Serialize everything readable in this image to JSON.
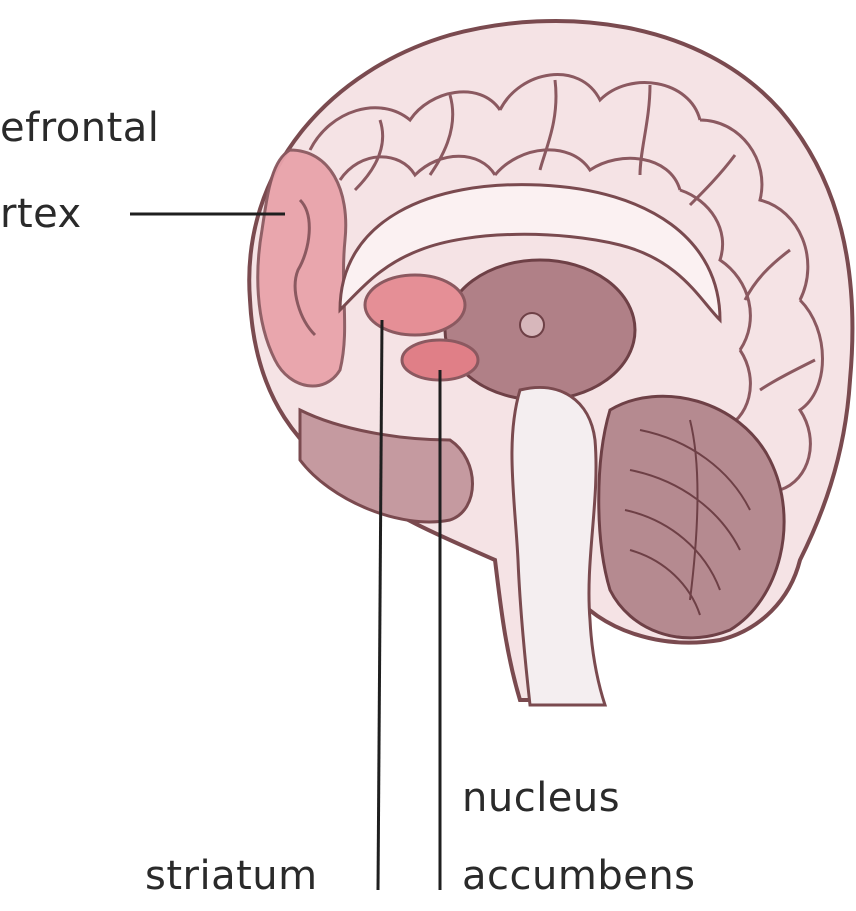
{
  "labels": {
    "prefrontal_line1": "efrontal",
    "prefrontal_line2": "rtex",
    "striatum": "striatum",
    "nucleus_line1": "nucleus",
    "nucleus_line2": "accumbens"
  },
  "colors": {
    "brain_outline": "#7a4a4f",
    "brain_fill": "#f5e3e5",
    "gyri_fill": "#ead0d4",
    "prefrontal_highlight": "#e9a3ab",
    "striatum_highlight": "#e58f96",
    "accumbens_highlight": "#e07f87",
    "brainstem": "#f4eef0",
    "cerebellum": "#b58a90",
    "thalamus": "#b08087",
    "leader_line": "#1f1f1f"
  }
}
